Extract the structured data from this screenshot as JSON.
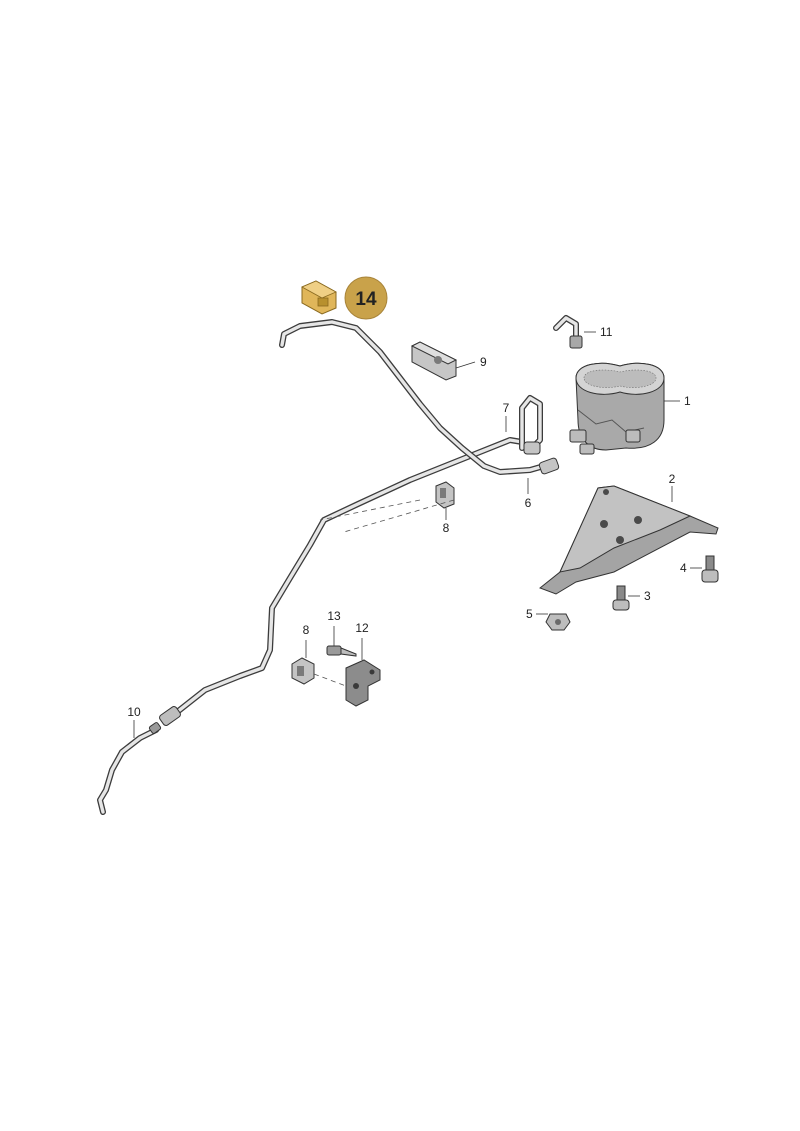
{
  "highlight": {
    "label": "14",
    "color": "#c9a24a",
    "text_color": "#222222"
  },
  "callouts": {
    "c1": "1",
    "c2": "2",
    "c3": "3",
    "c4": "4",
    "c5": "5",
    "c6": "6",
    "c7": "7",
    "c8a": "8",
    "c8b": "8",
    "c9": "9",
    "c10": "10",
    "c11": "11",
    "c12": "12",
    "c13": "13"
  },
  "colors": {
    "line": "#333333",
    "part_fill": "#bfbfbf",
    "part_dark": "#8a8a8a",
    "highlight_part": "#e0b65a"
  }
}
